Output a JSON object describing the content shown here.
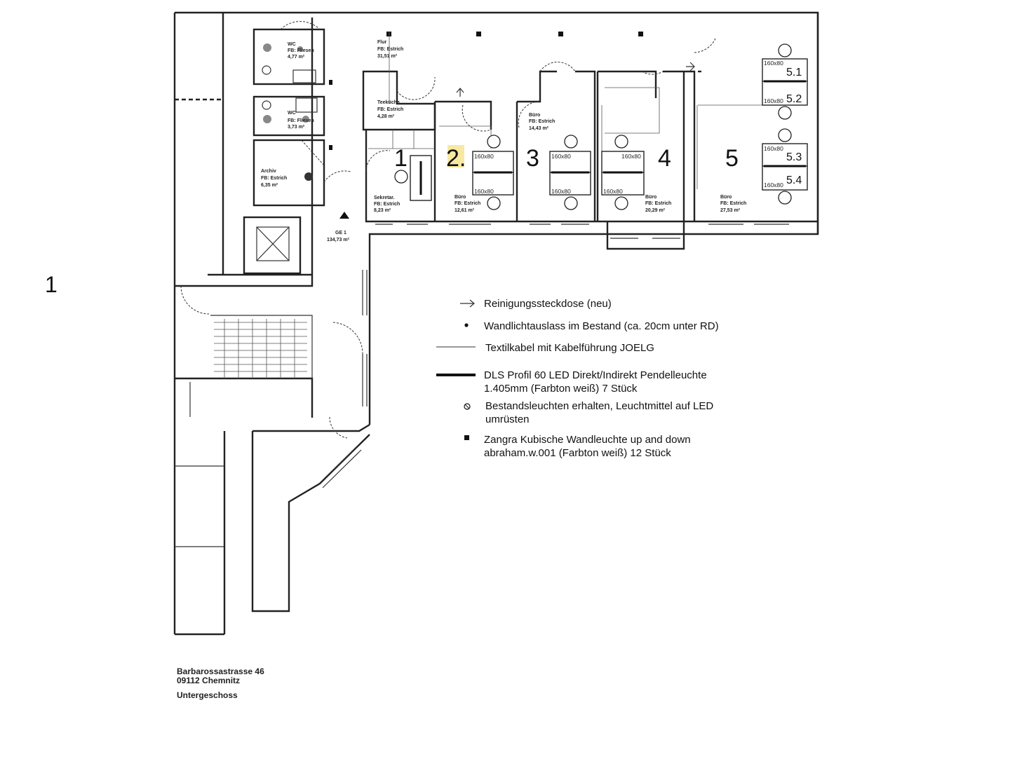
{
  "page_marker": "1",
  "rooms": {
    "wc1": {
      "label": "WC",
      "floor": "FB: Fliesen",
      "area": "4,77 m²"
    },
    "wc2": {
      "label": "WC",
      "floor": "FB: Fliesen",
      "area": "3,73 m²"
    },
    "archiv": {
      "label": "Archiv",
      "floor": "FB: Estrich",
      "area": "6,35 m²"
    },
    "flur": {
      "label": "Flur",
      "floor": "FB: Estrich",
      "area": "31,51 m²"
    },
    "teekueche": {
      "label": "Teeküche",
      "floor": "FB: Estrich",
      "area": "4,28 m²"
    },
    "sekretariat": {
      "label": "Sekretar.",
      "floor": "FB: Estrich",
      "area": "8,23 m²"
    },
    "buero2": {
      "label": "Büro",
      "floor": "FB: Estrich",
      "area": "12,61 m²"
    },
    "buero3": {
      "label": "Büro",
      "floor": "FB: Estrich",
      "area": "14,43 m²"
    },
    "buero4": {
      "label": "Büro",
      "floor": "FB: Estrich",
      "area": "20,29 m²"
    },
    "buero5": {
      "label": "Büro",
      "floor": "FB: Estrich",
      "area": "27,53 m²"
    },
    "ge1": {
      "label": "GE 1",
      "area": "134,73 m²"
    }
  },
  "workplace_numbers": [
    "1",
    "2.",
    "3",
    "4",
    "5"
  ],
  "workplace_sub_numbers": [
    "5.1",
    "5.2",
    "5.3",
    "5.4"
  ],
  "desk_size_label": "160x80",
  "legend": {
    "items": [
      {
        "symbol": "arrow-socket",
        "text": "Reinigungssteckdose (neu)"
      },
      {
        "symbol": "dot",
        "text": "Wandlichtauslass im Bestand (ca. 20cm unter RD)"
      },
      {
        "symbol": "thin-line",
        "text": "Textilkabel mit Kabelführung JOELG"
      },
      {
        "symbol": "thick-line",
        "text": "DLS Profil 60 LED Direkt/Indirekt Pendelleuchte 1.405mm (Farbton weiß) 7 Stück"
      },
      {
        "symbol": "circle-cross",
        "text": "Bestandsleuchten erhalten, Leuchtmittel auf LED umrüsten"
      },
      {
        "symbol": "square",
        "text": "Zangra Kubische Wandleuchte up and down abraham.w.001 (Farbton weiß) 12 Stück"
      }
    ]
  },
  "address": {
    "street": "Barbarossastrasse 46",
    "city": "09112 Chemnitz",
    "floor": "Untergeschoss"
  },
  "colors": {
    "highlight": "#f5e38a",
    "line": "#222222"
  }
}
